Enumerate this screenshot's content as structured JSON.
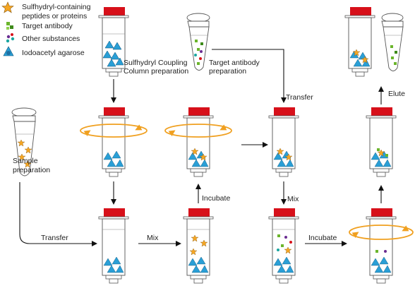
{
  "legend": {
    "peptides": "Sulfhydryl-containing",
    "peptides_line2": "peptides or proteins",
    "antibody": "Target antibody",
    "other": "Other substances",
    "agarose": "Iodoacetyl agarose"
  },
  "steps": {
    "column_prep_1": "Sulfhydryl Coupling",
    "column_prep_2": "Column preparation",
    "antibody_prep_1": "Target antibody",
    "antibody_prep_2": "preparation",
    "sample_prep_1": "Sample",
    "sample_prep_2": "preparation",
    "transfer_top": "Transfer",
    "transfer_bottom": "Transfer",
    "elute": "Elute",
    "incubate_mid": "Incubate",
    "mix_right": "Mix",
    "mix_bottom": "Mix",
    "incubate_bottom": "Incubate"
  },
  "colors": {
    "cap": "#d7101a",
    "peptide": "#f5a623",
    "agarose": "#2a9fd6",
    "antibody": "#6bb52c",
    "arrow": "#111111",
    "rotation": "#f0a020",
    "other_purple": "#6a2c91",
    "other_teal": "#1aa6a0"
  }
}
